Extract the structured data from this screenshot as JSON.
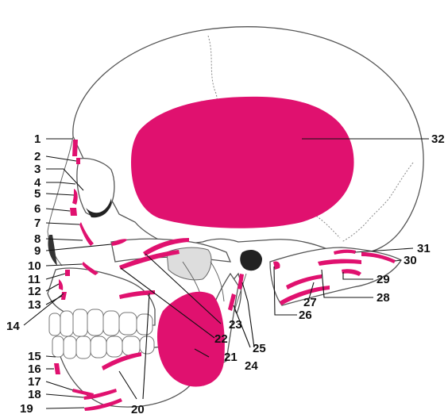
{
  "colors": {
    "muscle": "#e0116f",
    "outline": "#555555",
    "label": "#111111"
  },
  "labels": [
    {
      "n": "1"
    },
    {
      "n": "2"
    },
    {
      "n": "3"
    },
    {
      "n": "4"
    },
    {
      "n": "5"
    },
    {
      "n": "6"
    },
    {
      "n": "7"
    },
    {
      "n": "8"
    },
    {
      "n": "9"
    },
    {
      "n": "10"
    },
    {
      "n": "11"
    },
    {
      "n": "12"
    },
    {
      "n": "13"
    },
    {
      "n": "14"
    },
    {
      "n": "15"
    },
    {
      "n": "16"
    },
    {
      "n": "17"
    },
    {
      "n": "18"
    },
    {
      "n": "19"
    },
    {
      "n": "20"
    },
    {
      "n": "21"
    },
    {
      "n": "22"
    },
    {
      "n": "23"
    },
    {
      "n": "24"
    },
    {
      "n": "25"
    },
    {
      "n": "26"
    },
    {
      "n": "27"
    },
    {
      "n": "28"
    },
    {
      "n": "29"
    },
    {
      "n": "30"
    },
    {
      "n": "31"
    },
    {
      "n": "32"
    }
  ]
}
